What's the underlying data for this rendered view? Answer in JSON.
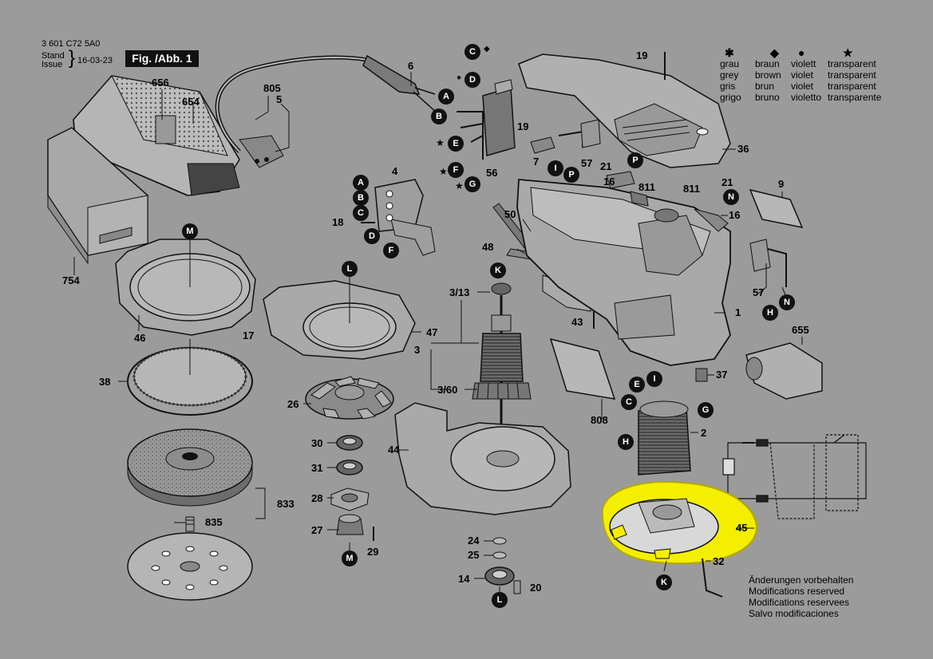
{
  "header": {
    "doc_number": "3 601 C72 5A0",
    "stand": "Stand",
    "issue": "Issue",
    "date": "16-03-23",
    "fig_label": "Fig. /Abb. 1"
  },
  "legend": {
    "columns": [
      {
        "symbol": "✱",
        "lines": [
          "grau",
          "grey",
          "gris",
          "grigo"
        ]
      },
      {
        "symbol": "◆",
        "lines": [
          "braun",
          "brown",
          "brun",
          "bruno"
        ]
      },
      {
        "symbol": "●",
        "lines": [
          "violett",
          "violet",
          "violet",
          "violetto"
        ]
      },
      {
        "symbol": "★",
        "lines": [
          "transparent",
          "transparent",
          "transparent",
          "transparente"
        ]
      }
    ]
  },
  "notes": [
    "Änderungen vorbehalten",
    "Modifications reserved",
    "Modifications reservees",
    "Salvo modificaciones"
  ],
  "part_numbers": [
    "656",
    "654",
    "805",
    "5",
    "6",
    "754",
    "4",
    "18",
    "46",
    "17",
    "38",
    "47",
    "3/13",
    "3",
    "3/60",
    "26",
    "30",
    "31",
    "28",
    "27",
    "29",
    "833",
    "835",
    "44",
    "24",
    "25",
    "14",
    "20",
    "48",
    "50",
    "43",
    "808",
    "19",
    "7",
    "56",
    "57",
    "16",
    "21",
    "811",
    "36",
    "9",
    "1",
    "37",
    "655",
    "2",
    "45",
    "32"
  ],
  "letter_markers": [
    "C",
    "D",
    "A",
    "B",
    "E",
    "F",
    "G",
    "I",
    "P",
    "N",
    "K",
    "L",
    "M",
    "H"
  ],
  "markers": {
    "star": "★",
    "diamond": "◆",
    "dot": "●"
  }
}
